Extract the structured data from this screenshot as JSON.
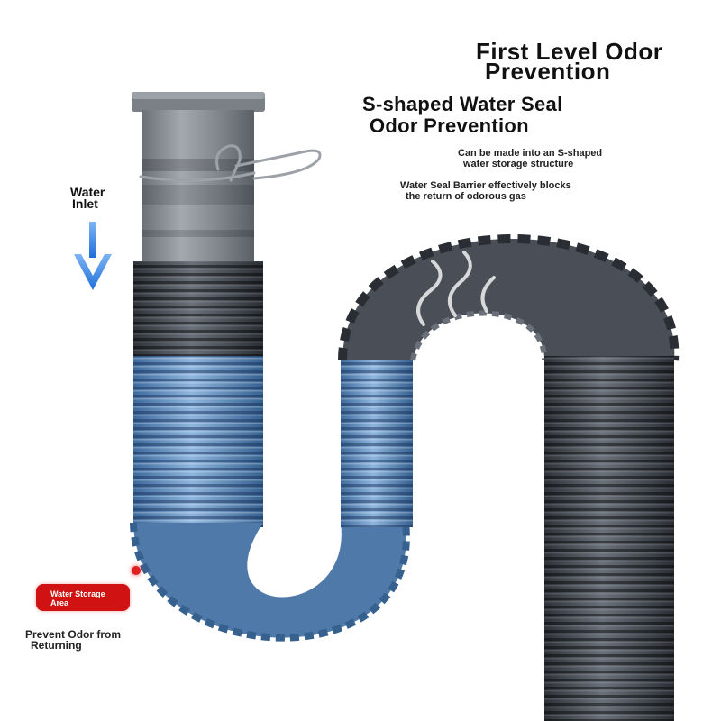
{
  "heading_1": {
    "line1": "First Level Odor",
    "line2": "Prevention"
  },
  "heading_2": {
    "line1": "S-shaped Water Seal",
    "line2": "Odor Prevention"
  },
  "note_1": {
    "line1": "Can be made into an S-shaped",
    "line2": "water storage structure"
  },
  "note_2": {
    "line1": "Water Seal Barrier effectively blocks",
    "line2": "the return of odorous gas"
  },
  "water_inlet": {
    "line1": "Water",
    "line2": "Inlet"
  },
  "storage_badge": {
    "line1": "Water Storage",
    "line2": "Area"
  },
  "prevent_label": {
    "line1": "Prevent Odor from",
    "line2": "Returning"
  },
  "colors": {
    "background": "#ffffff",
    "hose_gray": "#4a4f57",
    "water_blue": "#5f8fc4",
    "arrow_blue": "#2f7fe0",
    "badge_red": "#d01212",
    "fitting_gray": "#8a8f96"
  },
  "icons": [
    "down-arrow-icon",
    "steam-icon",
    "hose-clamp-icon"
  ]
}
